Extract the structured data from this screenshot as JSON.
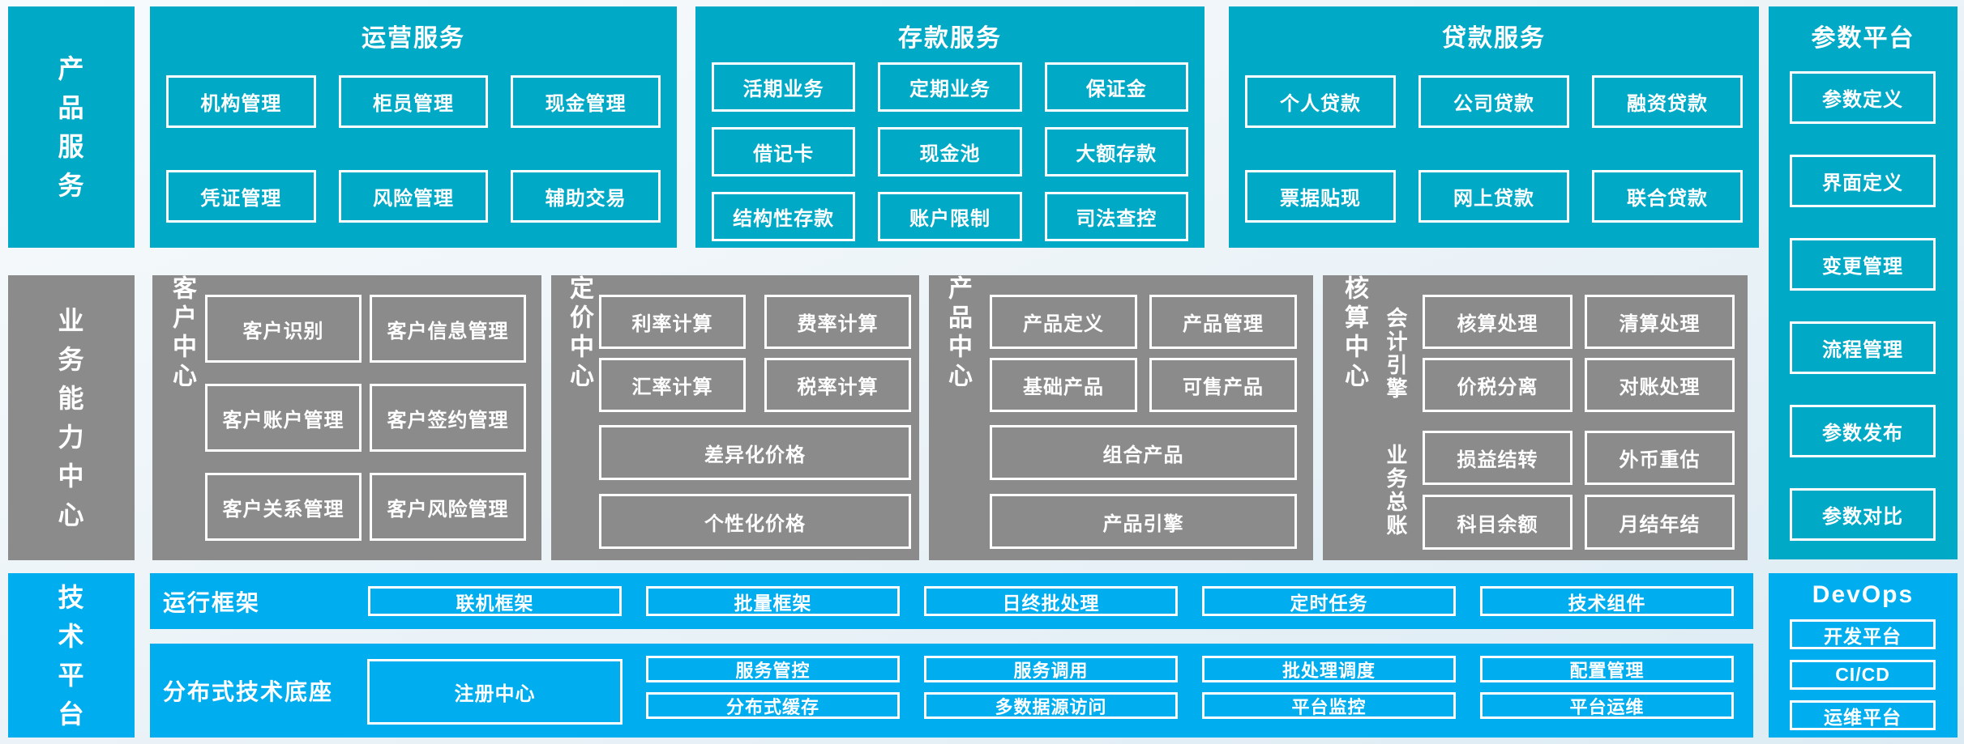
{
  "palette": {
    "teal": "#00aac6",
    "gray": "#8b8b8b",
    "blue": "#00aeef",
    "text": "#ffffff"
  },
  "left_labels": {
    "product": "产品服务",
    "business": "业务能力中心",
    "tech": "技术平台"
  },
  "operations": {
    "title": "运营服务",
    "items": [
      "机构管理",
      "柜员管理",
      "现金管理",
      "凭证管理",
      "风险管理",
      "辅助交易"
    ]
  },
  "deposits": {
    "title": "存款服务",
    "items": [
      "活期业务",
      "定期业务",
      "保证金",
      "借记卡",
      "现金池",
      "大额存款",
      "结构性存款",
      "账户限制",
      "司法查控"
    ]
  },
  "loans": {
    "title": "贷款服务",
    "items": [
      "个人贷款",
      "公司贷款",
      "融资贷款",
      "票据贴现",
      "网上贷款",
      "联合贷款"
    ]
  },
  "params": {
    "title": "参数平台",
    "items": [
      "参数定义",
      "界面定义",
      "变更管理",
      "流程管理",
      "参数发布",
      "参数对比"
    ]
  },
  "customer": {
    "label": "客户中心",
    "items": [
      "客户识别",
      "客户信息管理",
      "客户账户管理",
      "客户签约管理",
      "客户关系管理",
      "客户风险管理"
    ]
  },
  "pricing": {
    "label": "定价中心",
    "items": [
      "利率计算",
      "费率计算",
      "汇率计算",
      "税率计算"
    ],
    "wide": [
      "差异化价格",
      "个性化价格"
    ]
  },
  "product": {
    "label": "产品中心",
    "items": [
      "产品定义",
      "产品管理",
      "基础产品",
      "可售产品"
    ],
    "wide": [
      "组合产品",
      "产品引擎"
    ]
  },
  "accounting": {
    "label": "核算中心",
    "groups": [
      {
        "label": "会计引擎",
        "items": [
          "核算处理",
          "清算处理",
          "价税分离",
          "对账处理"
        ]
      },
      {
        "label": "业务总账",
        "items": [
          "损益结转",
          "外币重估",
          "科目余额",
          "月结年结"
        ]
      }
    ]
  },
  "runtime": {
    "label": "运行框架",
    "items": [
      "联机框架",
      "批量框架",
      "日终批处理",
      "定时任务",
      "技术组件"
    ]
  },
  "base": {
    "label": "分布式技术底座",
    "main": "注册中心",
    "items": [
      "服务管控",
      "服务调用",
      "批处理调度",
      "配置管理",
      "分布式缓存",
      "多数据源访问",
      "平台监控",
      "平台运维"
    ]
  },
  "devops": {
    "title": "DevOps",
    "items": [
      "开发平台",
      "CI/CD",
      "运维平台"
    ]
  }
}
